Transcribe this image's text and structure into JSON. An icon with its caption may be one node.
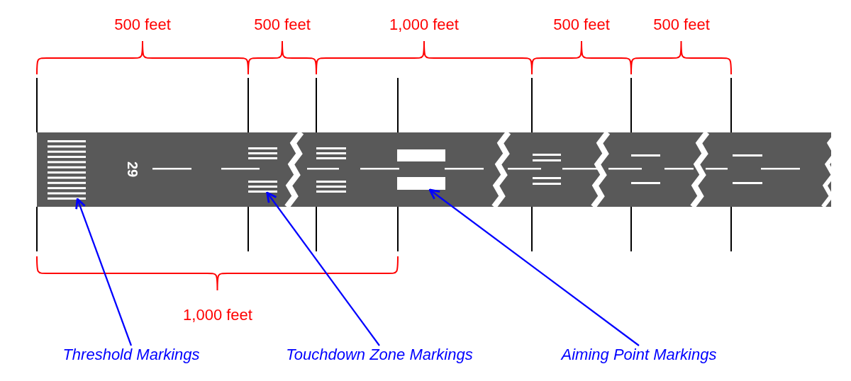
{
  "diagram": {
    "nodes": [
      {
        "text": [],
        "shape": "bar"
      },
      {
        "text": [],
        "shape": "bar"
      },
      {
        "text": [],
        "shape": "box"
      },
      {
        "text": [],
        "shape": "box"
      },
      {
        "text": [
          "Threshold Markings"
        ]
      },
      {
        "text": [
          "Touchdown Zone Markings"
        ]
      },
      {
        "text": [
          "Aiming Point Markings"
        ]
      }
    ],
    "edges": [
      {
        "from": 4,
        "to": 0,
        "arrow": "to"
      },
      {
        "from": 5,
        "to": 1,
        "arrow": "to"
      },
      {
        "from": 6,
        "to": 3,
        "arrow": "to"
      }
    ],
    "labels": [
      "500 feet",
      "500 feet",
      "1,000 feet",
      "500 feet",
      "500 feet",
      "29",
      "1,000 feet"
    ]
  }
}
